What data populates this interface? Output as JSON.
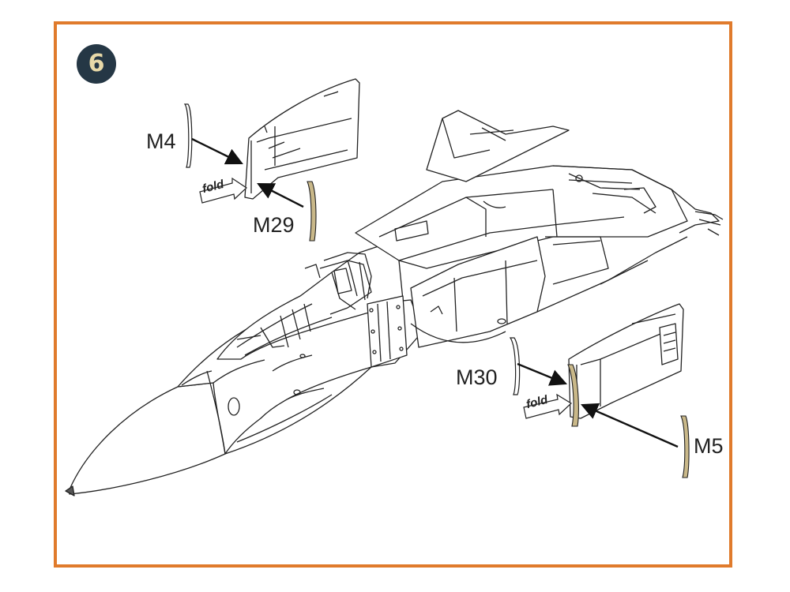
{
  "step": {
    "number": "6",
    "badge_color": "#253745",
    "badge_text_color": "#e8d9a8",
    "frame_color": "#e07b2c"
  },
  "parts": {
    "m4": "M4",
    "m29": "M29",
    "m30": "M30",
    "m5": "M5"
  },
  "fold": {
    "upper": "fold",
    "lower": "fold"
  },
  "colors": {
    "outline": "#222222",
    "photo_etch_strip": "#c9b889"
  }
}
